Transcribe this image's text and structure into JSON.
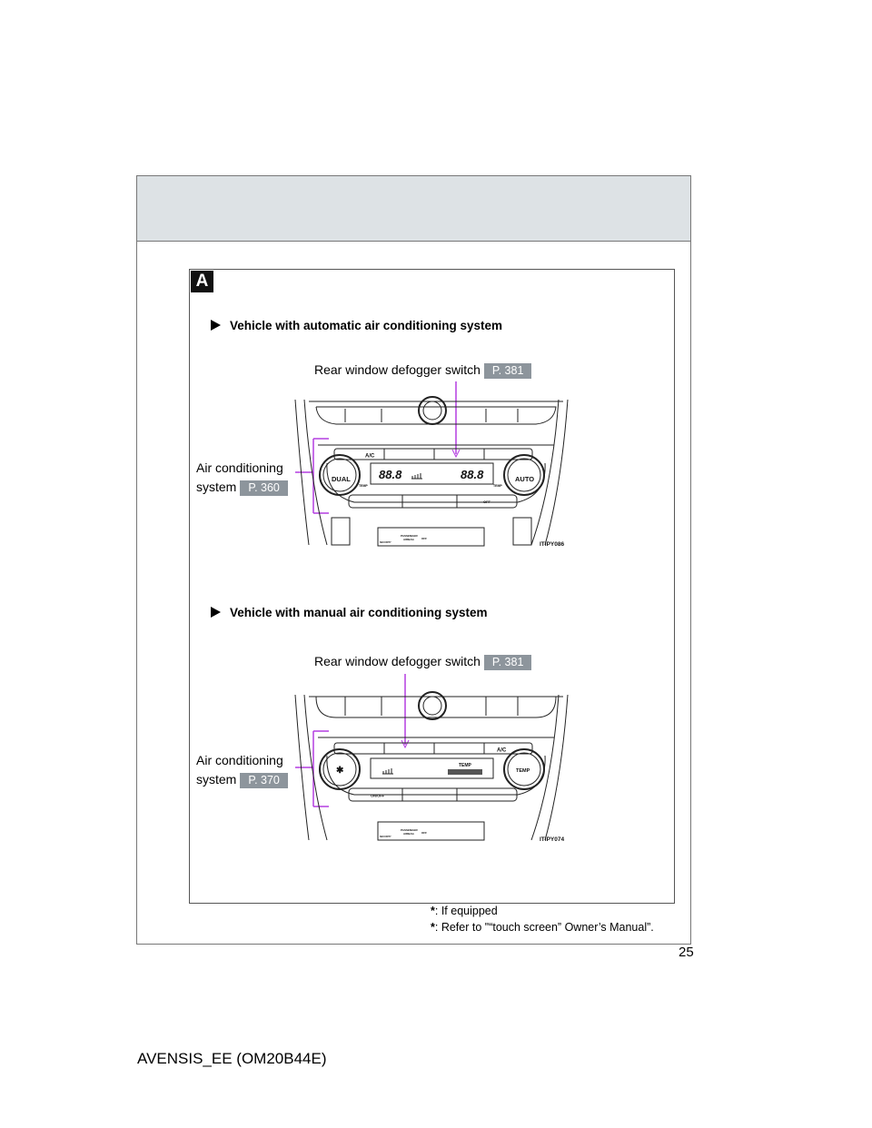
{
  "section_badge": "A",
  "auto": {
    "heading": "Vehicle with automatic air conditioning system",
    "defogger_label": "Rear window defogger switch",
    "defogger_ref": "P. 381",
    "ac_label_1": "Air conditioning",
    "ac_label_2": "system",
    "ac_ref": "P. 360",
    "panel": {
      "ac": "A/C",
      "dual": "DUAL",
      "auto": "AUTO",
      "temp": "TEMP",
      "display_left": "88.8",
      "display_right": "88.8",
      "off": "OFF",
      "passenger": "PASSENGER",
      "airbag": "AIRBAG",
      "airbag_off": "OFF",
      "security": "SECURITY",
      "code": "ITIPY086"
    }
  },
  "manual": {
    "heading": "Vehicle with manual air conditioning system",
    "defogger_label": "Rear window defogger switch",
    "defogger_ref": "P. 381",
    "ac_label_1": "Air conditioning",
    "ac_label_2": "system",
    "ac_ref": "P. 370",
    "panel": {
      "ac": "A/C",
      "temp": "TEMP",
      "onoff": "ON/OFF",
      "passenger": "PASSENGER",
      "airbag": "AIRBAG",
      "airbag_off": "OFF",
      "security": "SECURITY",
      "code": "ITIPY074"
    }
  },
  "footnotes": [
    {
      "mark": "*",
      "text": ": If equipped"
    },
    {
      "mark": "*",
      "text": ": Refer to \"“touch screen” Owner’s Manual”."
    }
  ],
  "page_number": "25",
  "manual_id": "AVENSIS_EE (OM20B44E)",
  "colors": {
    "leader": "#b43ee0",
    "ref_badge": "#8d959c",
    "header_band": "#dde2e5"
  }
}
